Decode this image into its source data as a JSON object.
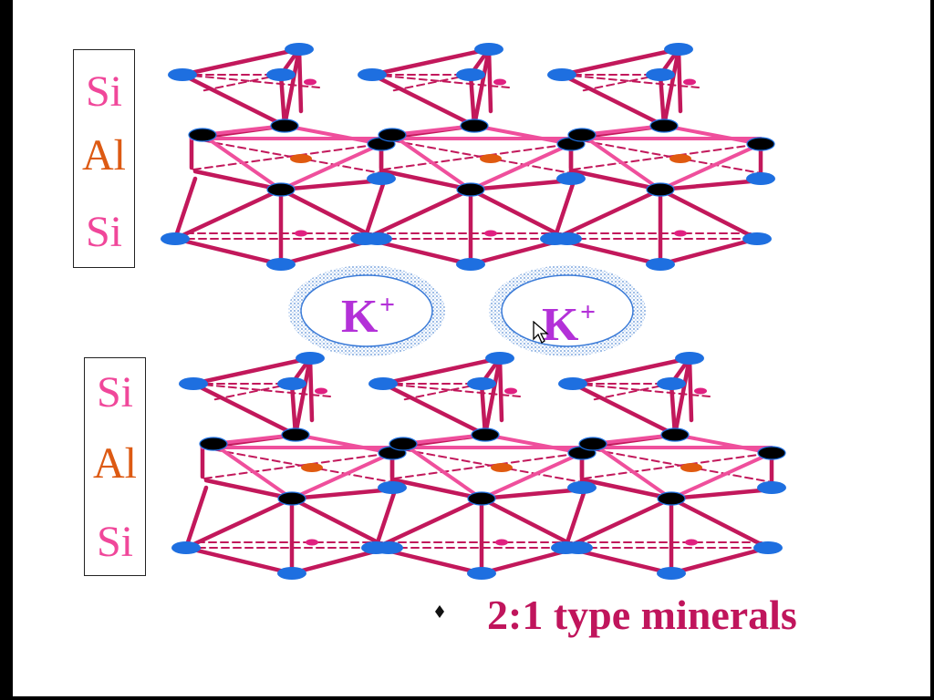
{
  "layers": [
    {
      "top_label": "Si",
      "middle_label": "Al",
      "bottom_label": "Si"
    },
    {
      "top_label": "Si",
      "middle_label": "Al",
      "bottom_label": "Si"
    }
  ],
  "interlayer_ions": [
    {
      "symbol": "K",
      "charge": "+"
    },
    {
      "symbol": "K",
      "charge": "+"
    }
  ],
  "caption": "2:1 type minerals",
  "colors": {
    "bond": "#c2185b",
    "bond_light": "#ef4f9c",
    "oxygen": "#1e6fe0",
    "hydroxyl": "#000000",
    "aluminum": "#e05a10",
    "silicon": "#e02080",
    "si_label": "#f0479a",
    "al_label": "#dd5a13",
    "ion": "#b331d8",
    "caption": "#c0155c"
  },
  "icons": [
    "diamond-bullet-icon",
    "mouse-pointer-icon"
  ]
}
